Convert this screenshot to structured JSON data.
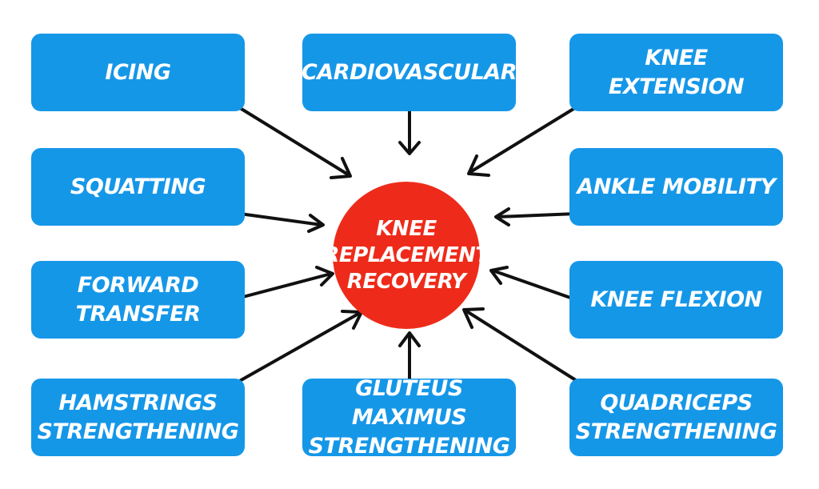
{
  "center": {
    "lines": [
      "KNEE",
      "REPLACEMENT",
      "RECOVERY"
    ]
  },
  "nodes": [
    {
      "id": "icing",
      "lines": [
        "ICING"
      ]
    },
    {
      "id": "cardiovascular",
      "lines": [
        "CARDIOVASCULAR"
      ]
    },
    {
      "id": "knee-extension",
      "lines": [
        "KNEE EXTENSION"
      ]
    },
    {
      "id": "squatting",
      "lines": [
        "SQUATTING"
      ]
    },
    {
      "id": "ankle-mobility",
      "lines": [
        "ANKLE MOBILITY"
      ]
    },
    {
      "id": "forward-transfer",
      "lines": [
        "FORWARD",
        "TRANSFER"
      ]
    },
    {
      "id": "knee-flexion",
      "lines": [
        "KNEE FLEXION"
      ]
    },
    {
      "id": "hamstrings-strengthening",
      "lines": [
        "HAMSTRINGS",
        "STRENGTHENING"
      ]
    },
    {
      "id": "gluteus-maximus-strengthening",
      "lines": [
        "GLUTEUS MAXIMUS",
        "STRENGTHENING"
      ]
    },
    {
      "id": "quadriceps-strengthening",
      "lines": [
        "QUADRICEPS",
        "STRENGTHENING"
      ]
    }
  ],
  "colors": {
    "box": "#1597e8",
    "center": "#ee2b1a",
    "text": "#ffffff",
    "arrow": "#111111"
  }
}
